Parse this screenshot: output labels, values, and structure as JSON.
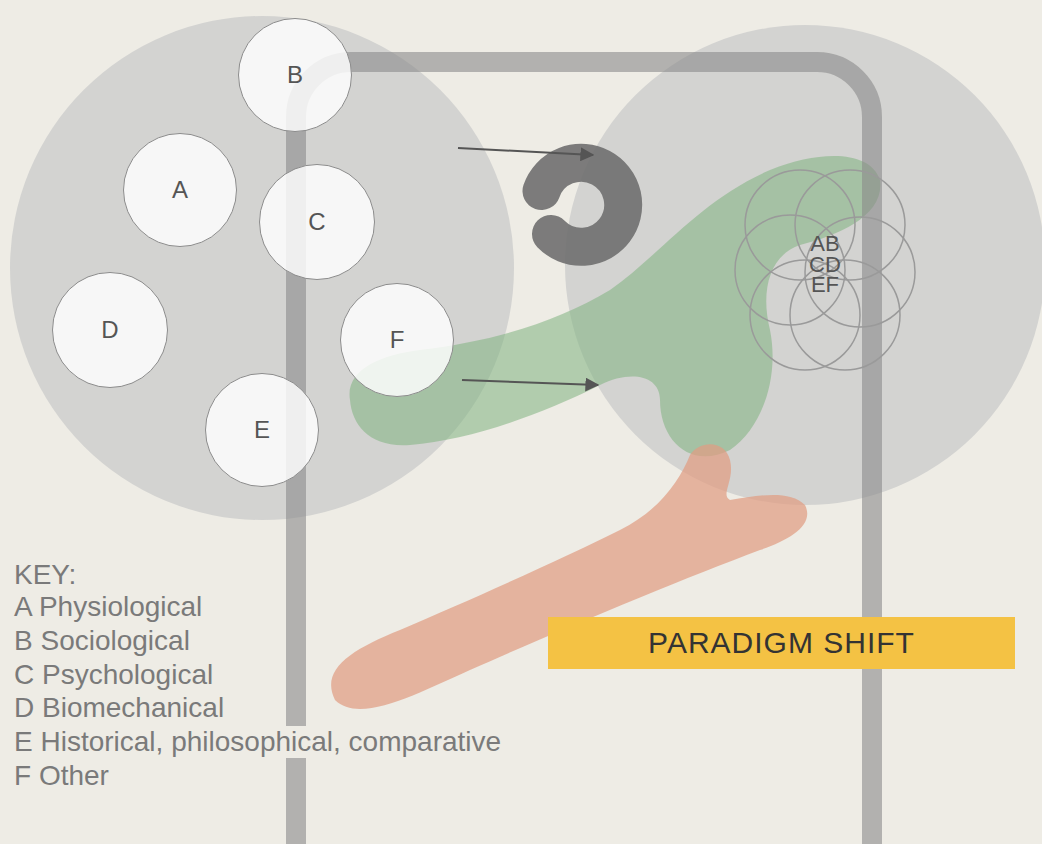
{
  "diagram": {
    "nodes": [
      {
        "text": [
          "A"
        ]
      },
      {
        "text": [
          "B"
        ]
      },
      {
        "text": [
          "C"
        ]
      },
      {
        "text": [
          "D"
        ]
      },
      {
        "text": [
          "E"
        ]
      },
      {
        "text": [
          "F"
        ]
      },
      {
        "text": [
          "AB CD EF"
        ]
      },
      {
        "text": [
          "PARADIGM SHIFT"
        ]
      }
    ],
    "labels": [
      "KEY:",
      "A Physiological",
      "B Sociological",
      "C Psychological",
      "D Biomechanical",
      "E Historical, philosophical, comparative",
      "F Other"
    ]
  }
}
